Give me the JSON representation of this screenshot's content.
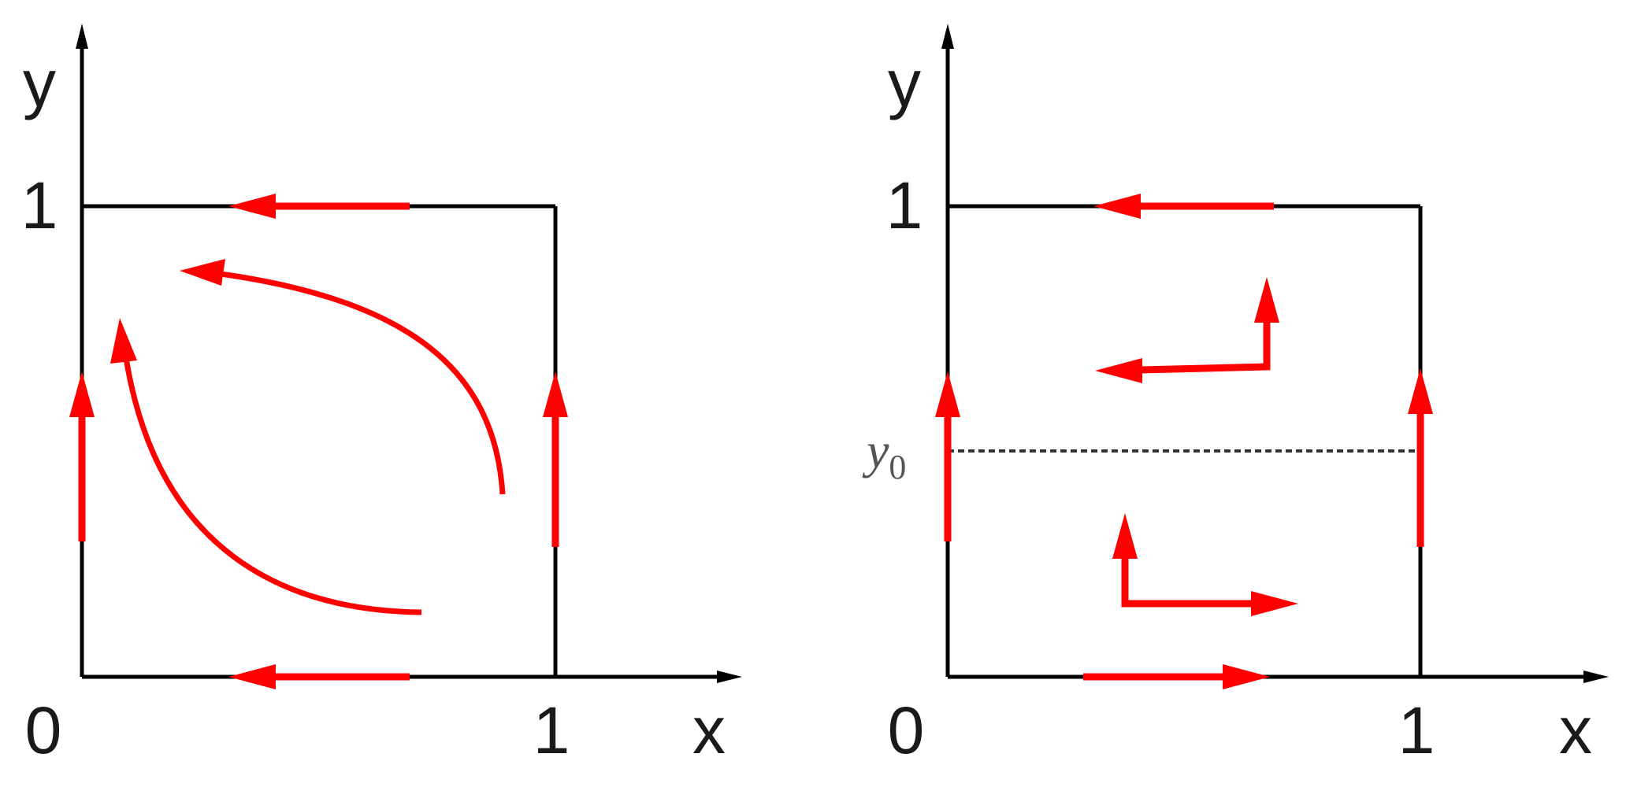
{
  "colors": {
    "axis": "#000000",
    "arrow": "#ff0000",
    "dashed": "#333333",
    "label": "#1a1a1a",
    "y0_label": "#555555"
  },
  "panels": [
    {
      "name": "left",
      "axis_labels": {
        "y": "y",
        "x": "x"
      },
      "tick_labels": {
        "origin": "0",
        "y_one": "1",
        "x_one": "1"
      }
    },
    {
      "name": "right",
      "axis_labels": {
        "y": "y",
        "x": "x"
      },
      "tick_labels": {
        "origin": "0",
        "y_one": "1",
        "x_one": "1"
      },
      "y0_label": {
        "base": "y",
        "subscript": "0"
      }
    }
  ]
}
